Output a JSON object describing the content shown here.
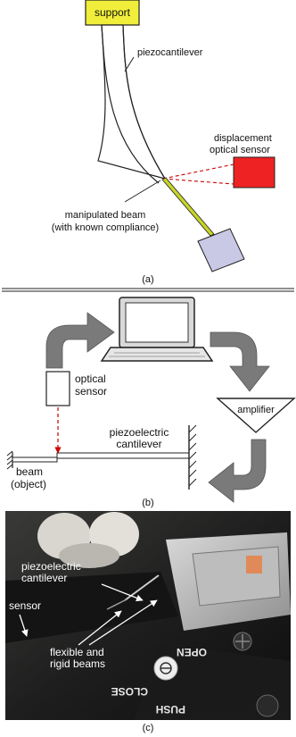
{
  "panel_a": {
    "support_label": "support",
    "cantilever_label": "piezocantilever",
    "sensor_label_line1": "displacement",
    "sensor_label_line2": "optical sensor",
    "beam_label_line1": "manipulated beam",
    "beam_label_line2": "(with known compliance)",
    "caption": "(a)",
    "colors": {
      "support": "#f0ee3a",
      "sensor": "#ee2222",
      "beam": "#c8d428",
      "load": "#c9c9e6",
      "laser": "#cc0000"
    }
  },
  "panel_b": {
    "sensor_line1": "optical",
    "sensor_line2": "sensor",
    "amplifier_label": "amplifier",
    "cantilever_line1": "piezoelectric",
    "cantilever_line2": "cantilever",
    "beam_line1": "beam",
    "beam_line2": "(object)",
    "caption": "(b)",
    "icons": [
      "curved-arrow-icon",
      "laptop-icon",
      "amplifier-triangle-icon",
      "wall-hatch-icon"
    ],
    "colors": {
      "arrow": "#7a7a7a",
      "laser": "#cc0000"
    }
  },
  "panel_c": {
    "cantilever_line1": "piezoelectric",
    "cantilever_line2": "cantilever",
    "sensor_label": "sensor",
    "beams_line1": "flexible and",
    "beams_line2": "rigid beams",
    "open_text": "OPEN",
    "close_text": "CLOSE",
    "push_text": "PUSH",
    "caption": "(c)"
  }
}
